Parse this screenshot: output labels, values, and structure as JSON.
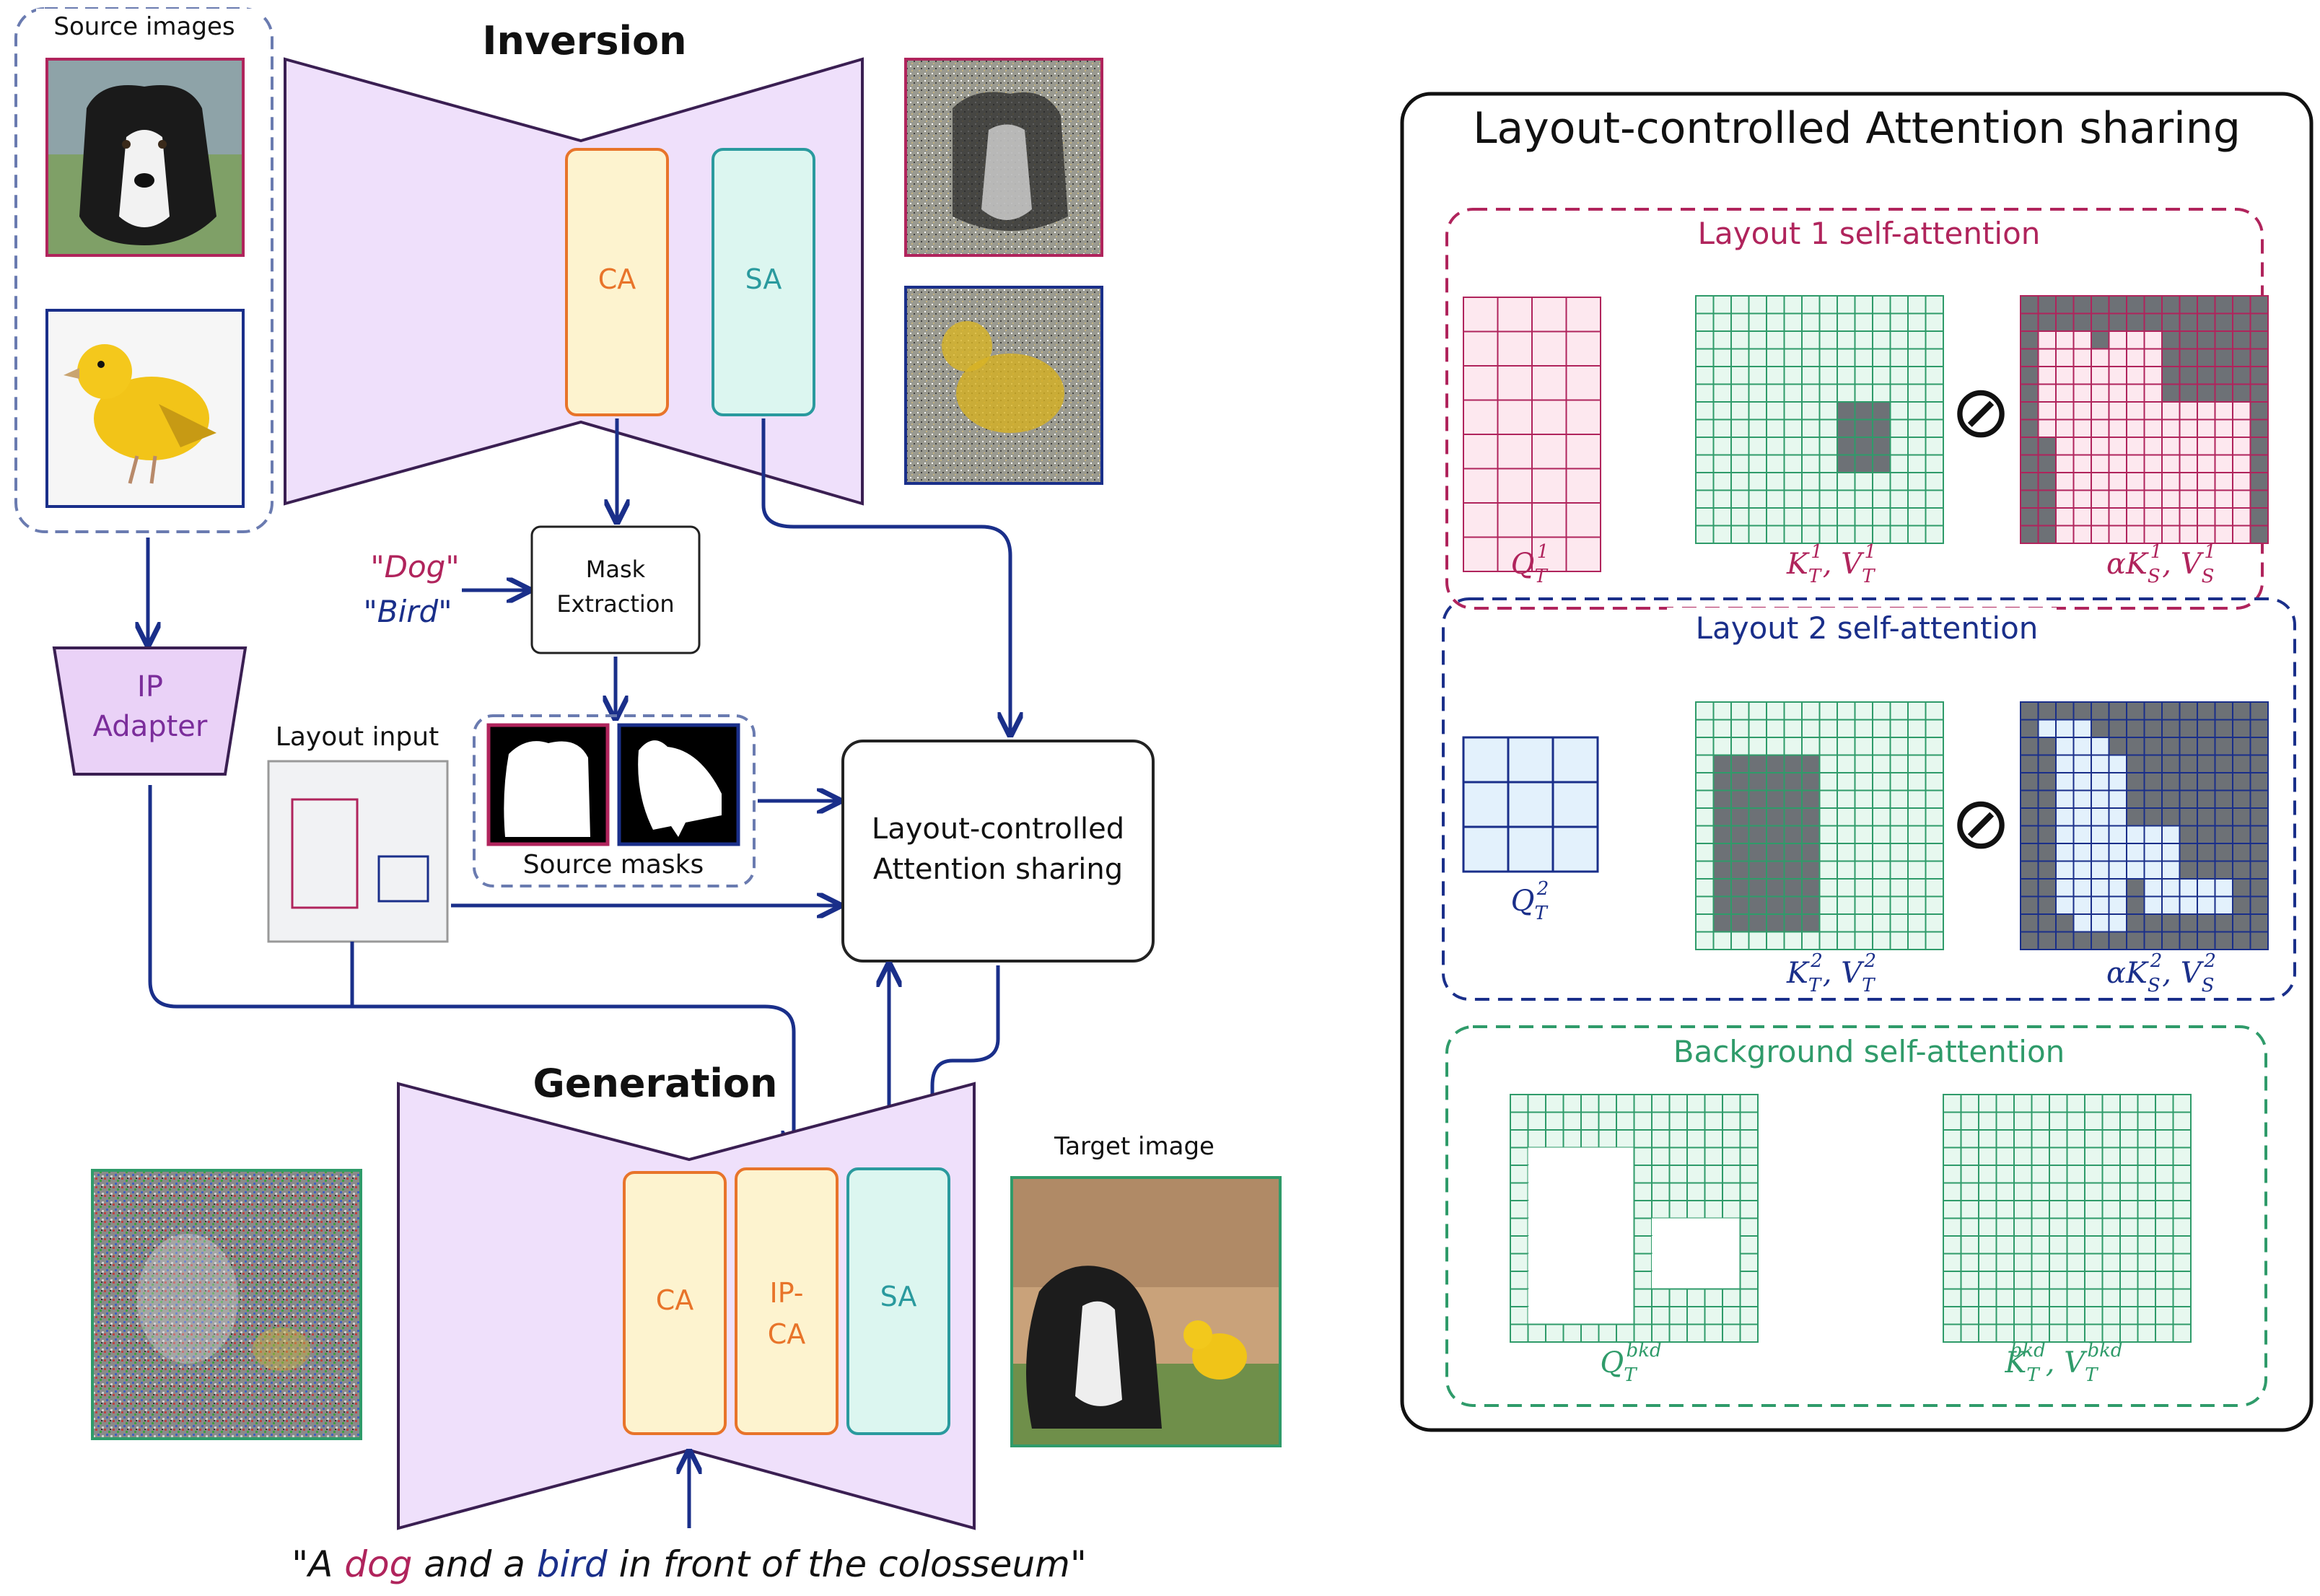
{
  "left": {
    "source_images_label": "Source images",
    "inversion_title": "Inversion",
    "ca_label": "CA",
    "sa_label": "SA",
    "prompt_dog": "\"Dog\"",
    "prompt_bird": "\"Bird\"",
    "mask_extraction_line1": "Mask",
    "mask_extraction_line2": "Extraction",
    "ip_adapter_line1": "IP",
    "ip_adapter_line2": "Adapter",
    "layout_input_label": "Layout input",
    "source_masks_label": "Source masks",
    "lcas_line1": "Layout-controlled",
    "lcas_line2": "Attention sharing",
    "generation_title": "Generation",
    "gen_ca_label": "CA",
    "gen_ipca_line1": "IP-",
    "gen_ipca_line2": "CA",
    "gen_sa_label": "SA",
    "target_image_label": "Target image",
    "caption_open": "\"A ",
    "caption_dog": "dog",
    "caption_mid1": " and a ",
    "caption_bird": "bird",
    "caption_end": " in front of the colosseum\""
  },
  "right": {
    "panel_title": "Layout-controlled Attention sharing",
    "layout1_title": "Layout 1 self-attention",
    "layout2_title": "Layout 2 self-attention",
    "background_title": "Background self-attention",
    "q1_main": "Q",
    "q1_sub": "T",
    "q1_sup": "1",
    "kv1_main1": "K",
    "kv1_sub1": "T",
    "kv1_sup1": "1",
    "kv1_main2": ", V",
    "kv1_sub2": "T",
    "kv1_sup2": "1",
    "s1_main1": "αK",
    "s1_sub1": "S",
    "s1_sup1": "1",
    "s1_main2": ", V",
    "s1_sub2": "S",
    "s1_sup2": "1",
    "q2_main": "Q",
    "q2_sub": "T",
    "q2_sup": "2",
    "kv2_main1": "K",
    "kv2_sub1": "T",
    "kv2_sup1": "2",
    "kv2_main2": ", V",
    "kv2_sub2": "T",
    "kv2_sup2": "2",
    "s2_main1": "αK",
    "s2_sub1": "S",
    "s2_sup1": "2",
    "s2_main2": ", V",
    "s2_sub2": "S",
    "s2_sup2": "2",
    "qb_main": "Q",
    "qb_sub": "T",
    "qb_sup": "bkd",
    "kvb_main1": "K",
    "kvb_sub1": "T",
    "kvb_sup1": "bkd",
    "kvb_main2": ", V",
    "kvb_sub2": "T",
    "kvb_sup2": "bkd",
    "concat_symbol": "⊘"
  },
  "colors": {
    "dark_blue": "#1a2f8a",
    "magenta": "#b0245c",
    "green": "#2f9b6a",
    "unet_fill": "#efe0fb",
    "unet_stroke": "#3a1f52",
    "ca_fill": "#fdf3cf",
    "ca_stroke": "#e8742a",
    "sa_fill": "#dcf6f0",
    "sa_stroke": "#2a9a9e",
    "ip_fill": "#ead2f7",
    "ip_text": "#7b2d9b",
    "gray_cell": "#6d7176",
    "pink_cell": "#fde8ef",
    "blue_cell": "#e3f1fc",
    "green_cell": "#e7f8ef"
  }
}
